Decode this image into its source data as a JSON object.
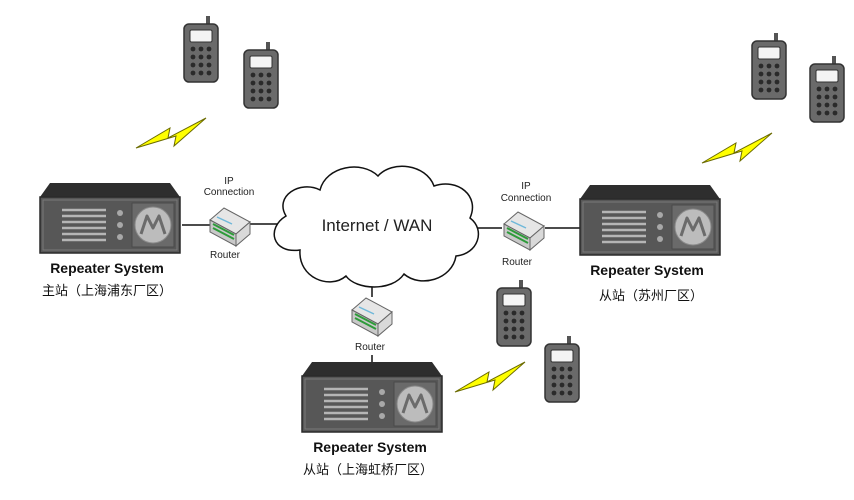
{
  "cloud": {
    "label": "Internet / WAN"
  },
  "sites": [
    {
      "title": "Repeater System",
      "subtitle": "主站（上海浦东厂区）"
    },
    {
      "title": "Repeater System",
      "subtitle": "从站（苏州厂区）"
    },
    {
      "title": "Repeater System",
      "subtitle": "从站（上海虹桥厂区）"
    }
  ],
  "routers": [
    {
      "label": "Router",
      "ip_line1": "IP",
      "ip_line2": "Connection"
    },
    {
      "label": "Router",
      "ip_line1": "IP",
      "ip_line2": "Connection"
    },
    {
      "label": "Router"
    }
  ],
  "icons": {
    "repeater": "repeater-unit-icon",
    "router": "router-icon",
    "phone": "radio-handset-icon",
    "wireless": "lightning-bolt-icon",
    "cloud": "cloud-icon"
  },
  "colors": {
    "device_body": "#5b5b5b",
    "device_top": "#3a3a3a",
    "bolt": "#ffff00",
    "line": "#111111"
  }
}
